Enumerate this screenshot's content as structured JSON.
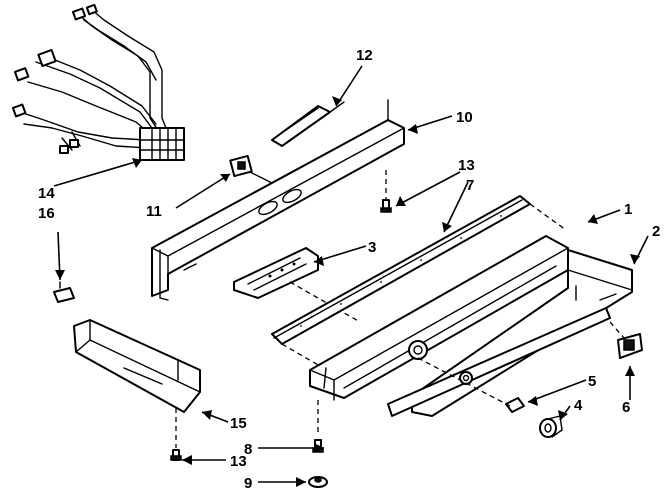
{
  "callouts": {
    "c1": "1",
    "c2": "2",
    "c3": "3",
    "c4": "4",
    "c5": "5",
    "c6": "6",
    "c7": "7",
    "c8": "8",
    "c9": "9",
    "c10": "10",
    "c11": "11",
    "c12": "12",
    "c13_top": "13",
    "c13_bottom": "13",
    "c14": "14",
    "c15": "15",
    "c16": "16"
  },
  "colors": {
    "ink": "#000000",
    "paper": "#ffffff"
  }
}
